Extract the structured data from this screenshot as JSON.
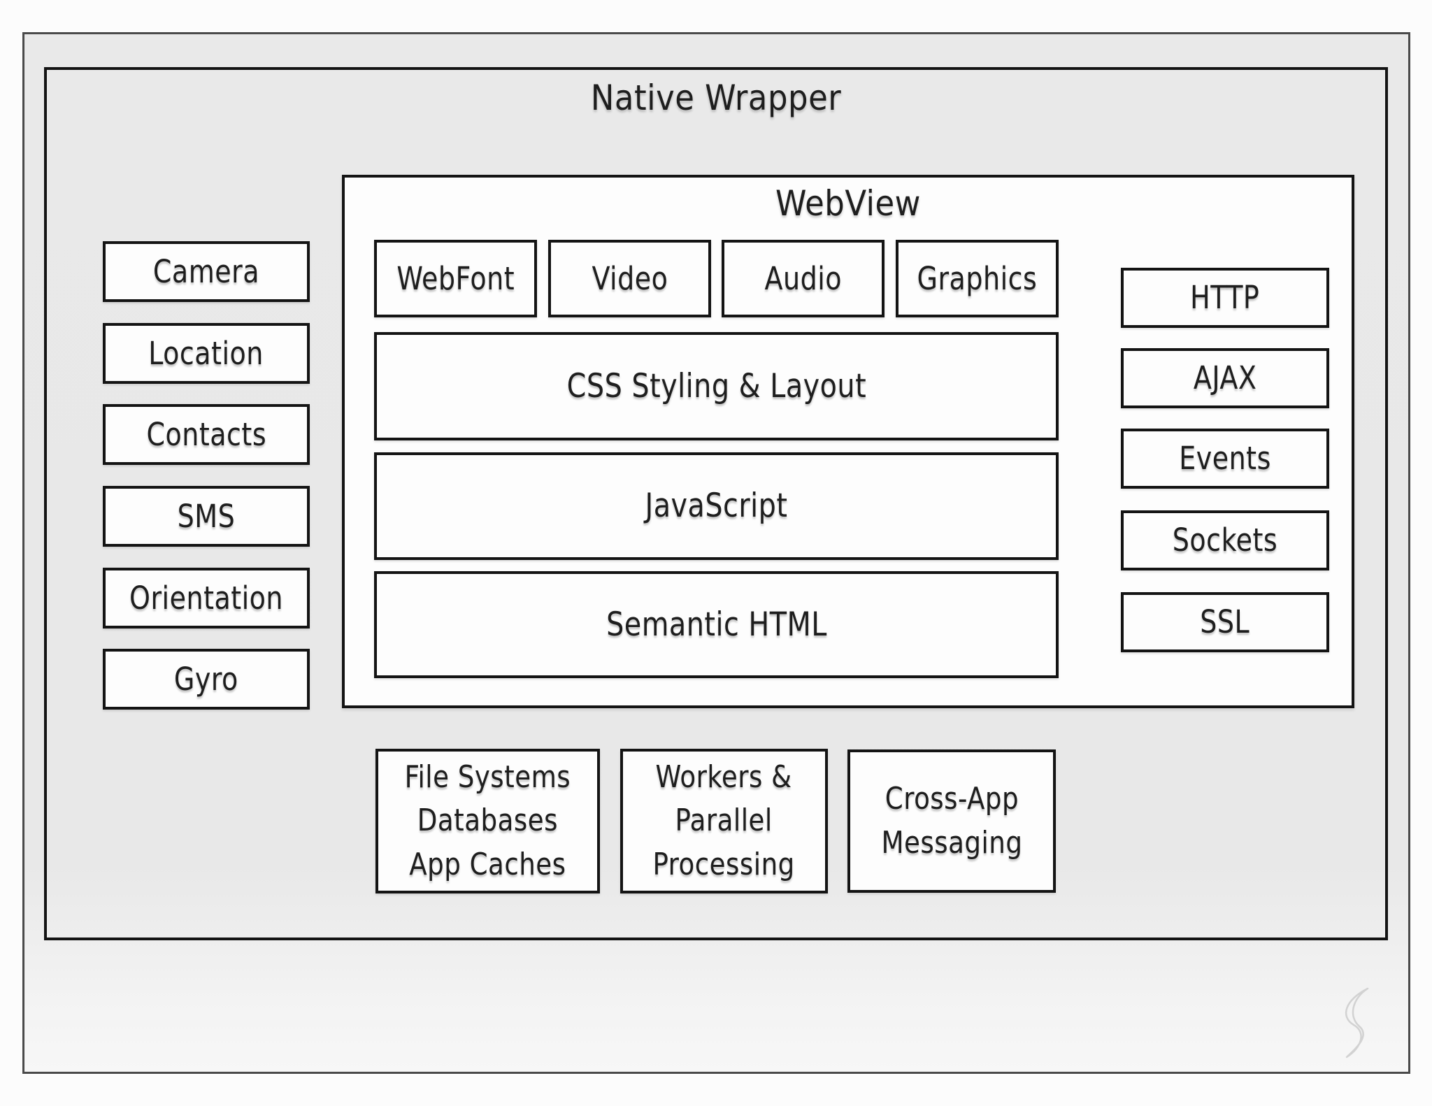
{
  "colors": {
    "canvas_background": "#e9e9e9",
    "box_fill": "#fdfdfd",
    "box_border": "#141414",
    "frame_border": "#4a4a4a",
    "text": "#1e1e1e"
  },
  "diagram": {
    "title": "Native Wrapper",
    "webview": {
      "title": "WebView",
      "media_row": [
        "WebFont",
        "Video",
        "Audio",
        "Graphics"
      ],
      "stack_rows": [
        "CSS Styling & Layout",
        "JavaScript",
        "Semantic HTML"
      ],
      "network_column": [
        "HTTP",
        "AJAX",
        "Events",
        "Sockets",
        "SSL"
      ]
    },
    "device_column": [
      "Camera",
      "Location",
      "Contacts",
      "SMS",
      "Orientation",
      "Gyro"
    ],
    "platform_row": [
      "File Systems\nDatabases\nApp Caches",
      "Workers &\nParallel\nProcessing",
      "Cross-App\nMessaging"
    ]
  },
  "icons": {
    "swirl_logo": "swirl-watermark"
  }
}
